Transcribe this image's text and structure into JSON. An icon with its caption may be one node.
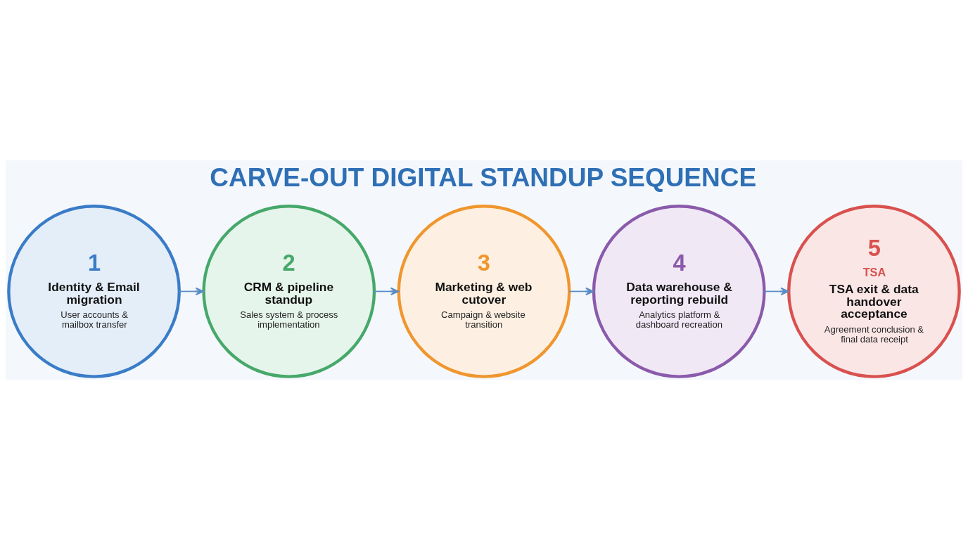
{
  "diagram": {
    "title": "CARVE-OUT DIGITAL STANDUP SEQUENCE",
    "nodes": [
      {
        "text": [
          "1",
          "Identity & Email migration",
          "User accounts & mailbox transfer"
        ]
      },
      {
        "text": [
          "2",
          "CRM & pipeline standup",
          "Sales system & process implementation"
        ]
      },
      {
        "text": [
          "3",
          "Marketing & web cutover",
          "Campaign & website transition"
        ]
      },
      {
        "text": [
          "4",
          "Data warehouse & reporting rebuild",
          "Analytics platform & dashboard recreation"
        ]
      },
      {
        "text": [
          "5",
          "TSA",
          "TSA exit & data handover acceptance",
          "Agreement conclusion & final data receipt"
        ]
      }
    ],
    "edges": [
      {
        "from": 0,
        "to": 1,
        "arrow": "to"
      },
      {
        "from": 1,
        "to": 2,
        "arrow": "to"
      },
      {
        "from": 2,
        "to": 3,
        "arrow": "to"
      },
      {
        "from": 3,
        "to": 4,
        "arrow": "to"
      }
    ]
  }
}
